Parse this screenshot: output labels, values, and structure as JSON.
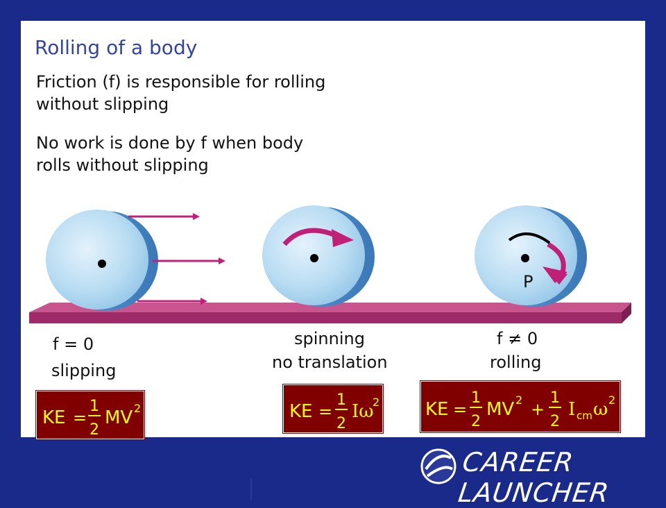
{
  "title": "Rolling of a body",
  "paragraphs": [
    [
      "Friction (f) is responsible for rolling",
      "without slipping"
    ],
    [
      "No work is done by f when body",
      "rolls without slipping"
    ]
  ],
  "cases": [
    {
      "line1": "f = 0",
      "line2": "slipping"
    },
    {
      "line1": "spinning",
      "line2": "no translation"
    },
    {
      "line1": "f ≠ 0",
      "line2": "rolling"
    }
  ],
  "point_label": "P",
  "formulas": {
    "slipping": {
      "lhs": "KE",
      "num": "1",
      "den": "2",
      "term": "MV",
      "exp": "2"
    },
    "spinning": {
      "lhs": "KE",
      "num": "1",
      "den": "2",
      "term": "Iω",
      "exp": "2"
    },
    "rolling": {
      "lhs": "KE",
      "num": "1",
      "den": "2",
      "term1": "MV",
      "exp1": "2",
      "term2": "I",
      "sub2": "cm",
      "term2b": "ω",
      "exp2": "2"
    }
  },
  "logo": {
    "text": "CAREER LAUNCHER"
  },
  "colors": {
    "frame": "#1a2a8a",
    "title": "#3344a6",
    "floor": "#a0306e",
    "arrow": "#c02078",
    "formula_bg": "#800000",
    "formula_text": "#ffff00",
    "wheel": "#b8dcf2"
  }
}
